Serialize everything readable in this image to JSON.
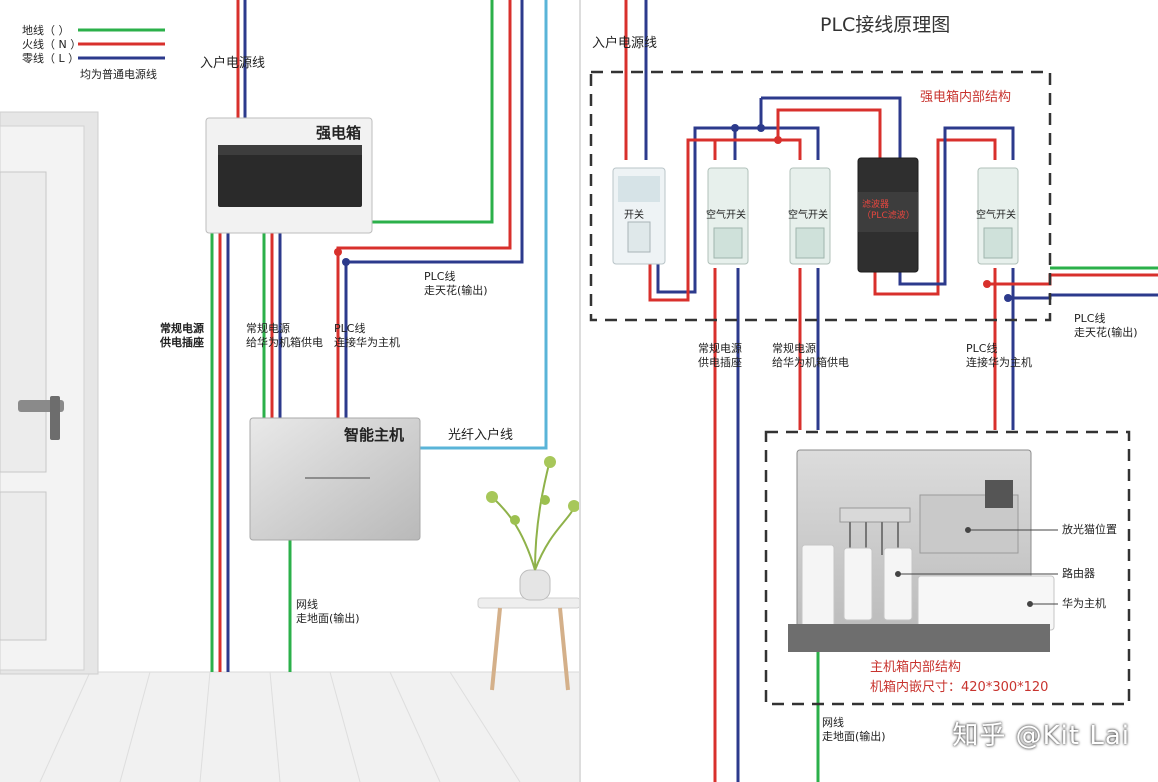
{
  "legend": {
    "items": [
      {
        "label": "地线（    ）",
        "color": "#2bb04a"
      },
      {
        "label": "火线（ N ）",
        "color": "#d8302c"
      },
      {
        "label": "零线（ L ）",
        "color": "#2c3a8c"
      }
    ],
    "note": "均为普通电源线"
  },
  "left": {
    "incoming_power": "入户电源线",
    "strong_box": "强电箱",
    "plc_ceiling": "PLC线\n走天花(输出)",
    "regular_outlet": "常规电源\n供电插座",
    "huawei_box_power": "常规电源\n给华为机箱供电",
    "plc_to_host": "PLC线\n连接华为主机",
    "smart_host": "智能主机",
    "fiber_in": "光纤入户线",
    "network_floor": "网线\n走地面(输出)"
  },
  "right": {
    "title": "PLC接线原理图",
    "incoming_power": "入户电源线",
    "strong_box_internal": "强电箱内部结构",
    "breaker_labels": [
      "开关",
      "空气开关",
      "空气开关",
      "空气开关"
    ],
    "filter_label": "滤波器\n（PLC滤波）",
    "plc_ceiling": "PLC线\n走天花(输出)",
    "regular_outlet": "常规电源\n供电插座",
    "huawei_box_power": "常规电源\n给华为机箱供电",
    "plc_to_host": "PLC线\n连接华为主机",
    "modem_position": "放光猫位置",
    "router": "路由器",
    "huawei_host": "华为主机",
    "host_box_internal": "主机箱内部结构",
    "box_size": "机箱内嵌尺寸：420*300*120",
    "network_floor": "网线\n走地面(输出)"
  },
  "watermark": "知乎 @Kit Lai",
  "colors": {
    "ground": "#2bb04a",
    "live": "#d8302c",
    "neutral": "#2c3a8c",
    "fiber": "#5ab4d8",
    "label_red": "#c8342f"
  }
}
